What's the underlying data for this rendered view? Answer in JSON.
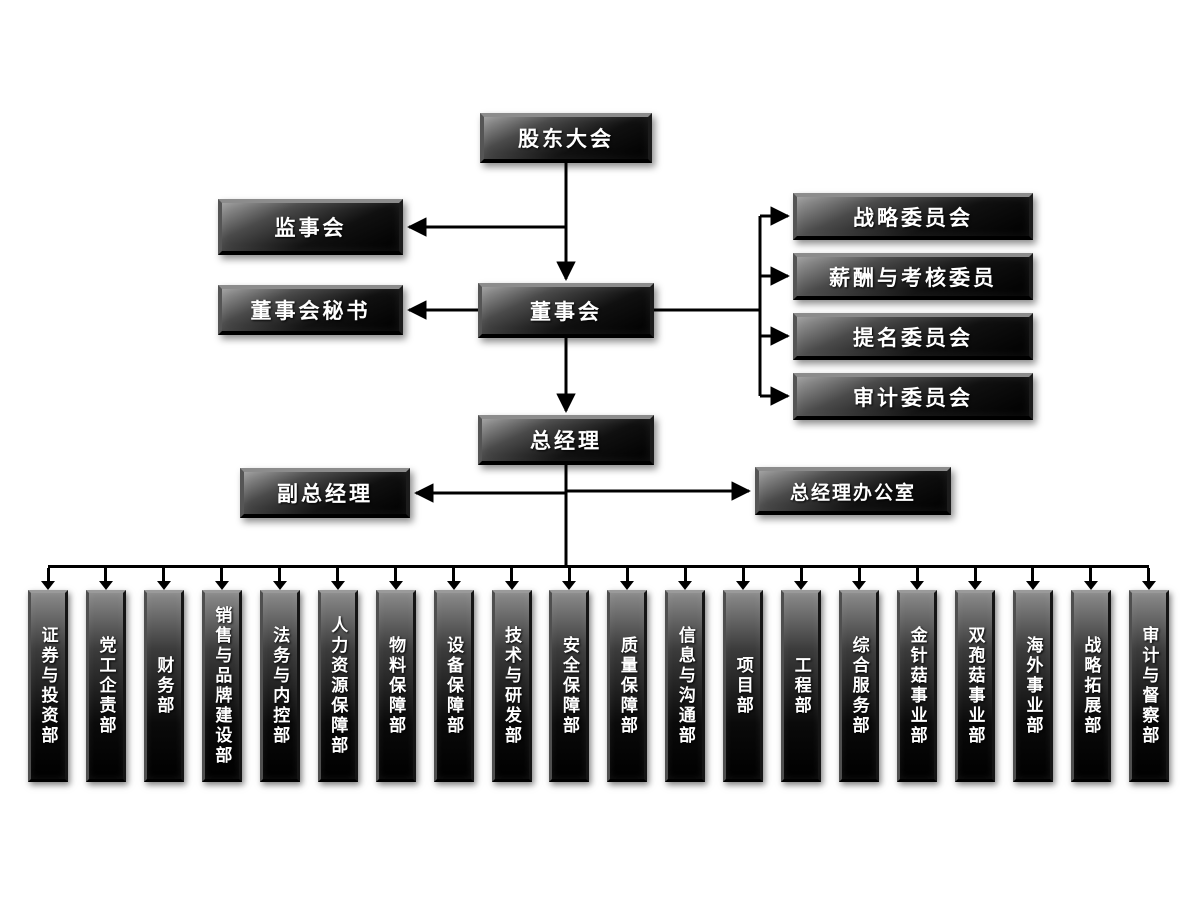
{
  "nodes": {
    "shareholders": {
      "label": "股东大会"
    },
    "supervisory": {
      "label": "监事会"
    },
    "board_secretary": {
      "label": "董事会秘书"
    },
    "board": {
      "label": "董事会"
    },
    "strategy_committee": {
      "label": "战略委员会"
    },
    "compensation_committee": {
      "label": "薪酬与考核委员"
    },
    "nomination_committee": {
      "label": "提名委员会"
    },
    "audit_committee": {
      "label": "审计委员会"
    },
    "general_manager": {
      "label": "总经理"
    },
    "deputy_general_manager": {
      "label": "副总经理"
    },
    "gm_office": {
      "label": "总经理办公室"
    }
  },
  "departments": [
    {
      "label": "证券与投资部"
    },
    {
      "label": "党工企责部"
    },
    {
      "label": "财务部"
    },
    {
      "label": "销售与品牌建设部"
    },
    {
      "label": "法务与内控部"
    },
    {
      "label": "人力资源保障部"
    },
    {
      "label": "物料保障部"
    },
    {
      "label": "设备保障部"
    },
    {
      "label": "技术与研发部"
    },
    {
      "label": "安全保障部"
    },
    {
      "label": "质量保障部"
    },
    {
      "label": "信息与沟通部"
    },
    {
      "label": "项目部"
    },
    {
      "label": "工程部"
    },
    {
      "label": "综合服务部"
    },
    {
      "label": "金针菇事业部"
    },
    {
      "label": "双孢菇事业部"
    },
    {
      "label": "海外事业部"
    },
    {
      "label": "战略拓展部"
    },
    {
      "label": "审计与督察部"
    }
  ],
  "colors": {
    "line": "#000000",
    "box_text": "#ffffff",
    "background": "#ffffff"
  }
}
